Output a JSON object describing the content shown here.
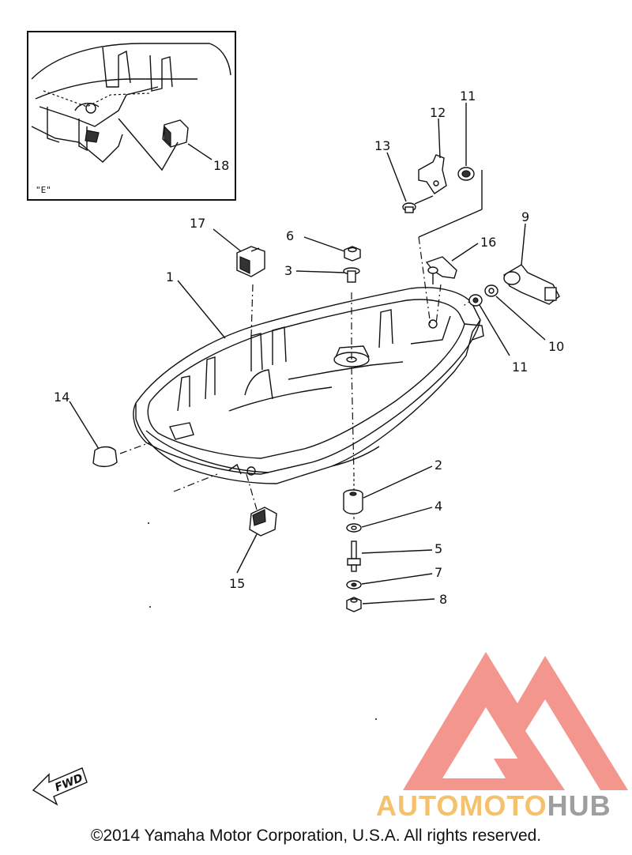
{
  "diagram": {
    "inset_label": "\"E\"",
    "callouts": [
      {
        "id": "c1",
        "text": "1"
      },
      {
        "id": "c2",
        "text": "2"
      },
      {
        "id": "c3",
        "text": "3"
      },
      {
        "id": "c4",
        "text": "4"
      },
      {
        "id": "c5",
        "text": "5"
      },
      {
        "id": "c6",
        "text": "6"
      },
      {
        "id": "c7",
        "text": "7"
      },
      {
        "id": "c8",
        "text": "8"
      },
      {
        "id": "c9",
        "text": "9"
      },
      {
        "id": "c10",
        "text": "10"
      },
      {
        "id": "c11a",
        "text": "11"
      },
      {
        "id": "c11b",
        "text": "11"
      },
      {
        "id": "c12",
        "text": "12"
      },
      {
        "id": "c13",
        "text": "13"
      },
      {
        "id": "c14",
        "text": "14"
      },
      {
        "id": "c15",
        "text": "15"
      },
      {
        "id": "c16",
        "text": "16"
      },
      {
        "id": "c17",
        "text": "17"
      },
      {
        "id": "c18",
        "text": "18"
      }
    ],
    "fwd_label": "FWD"
  },
  "watermark": {
    "brand_part1": "AUTOMOTO",
    "brand_part2": "HUB",
    "colors": {
      "logo": "#f28b82",
      "part1": "#f5c16c",
      "part2": "#9e9e9e"
    }
  },
  "footer": {
    "copyright": "©2014 Yamaha Motor Corporation, U.S.A. All rights reserved."
  }
}
